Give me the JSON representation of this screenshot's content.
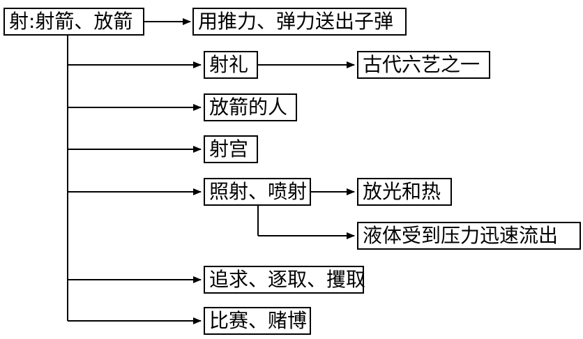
{
  "diagram": {
    "root": "射:射箭、放箭",
    "meaning_1": "用推力、弹力送出子弹",
    "meaning_2": "射礼",
    "meaning_2_detail": "古代六艺之一",
    "meaning_3": "放箭的人",
    "meaning_4": "射宫",
    "meaning_5": "照射、喷射",
    "meaning_5_detail_a": "放光和热",
    "meaning_5_detail_b": "液体受到压力迅速流出",
    "meaning_6": "追求、逐取、攫取",
    "meaning_7": "比赛、赌博"
  },
  "colors": {
    "line": "#000000",
    "box_border": "#000000",
    "background": "#ffffff"
  }
}
